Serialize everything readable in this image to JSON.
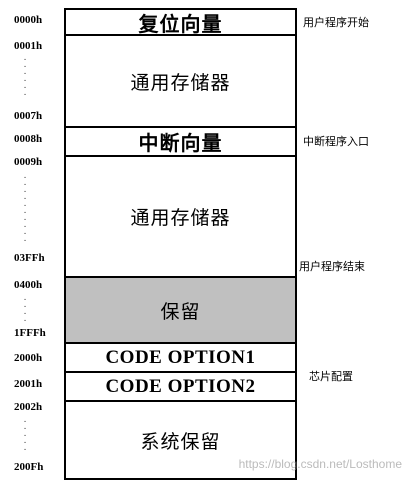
{
  "blocks": [
    {
      "label": "复位向量"
    },
    {
      "label": "通用存储器"
    },
    {
      "label": "中断向量"
    },
    {
      "label": "通用存储器"
    },
    {
      "label": "保留"
    },
    {
      "label": "CODE OPTION1"
    },
    {
      "label": "CODE OPTION2"
    },
    {
      "label": "系统保留"
    }
  ],
  "addresses": [
    "0000h",
    "0001h",
    "0007h",
    "0008h",
    "0009h",
    "03FFh",
    "0400h",
    "1FFFh",
    "2000h",
    "2001h",
    "2002h",
    "200Fh"
  ],
  "notes": {
    "user_program_start": "用户程序开始",
    "interrupt_entry": "中断程序入口",
    "user_program_end": "用户程序结束",
    "chip_config": "芯片配置"
  },
  "colors": {
    "reserved_fill": "#c0c0c0",
    "border": "#000000"
  },
  "watermark": "https://blog.csdn.net/Losthome"
}
